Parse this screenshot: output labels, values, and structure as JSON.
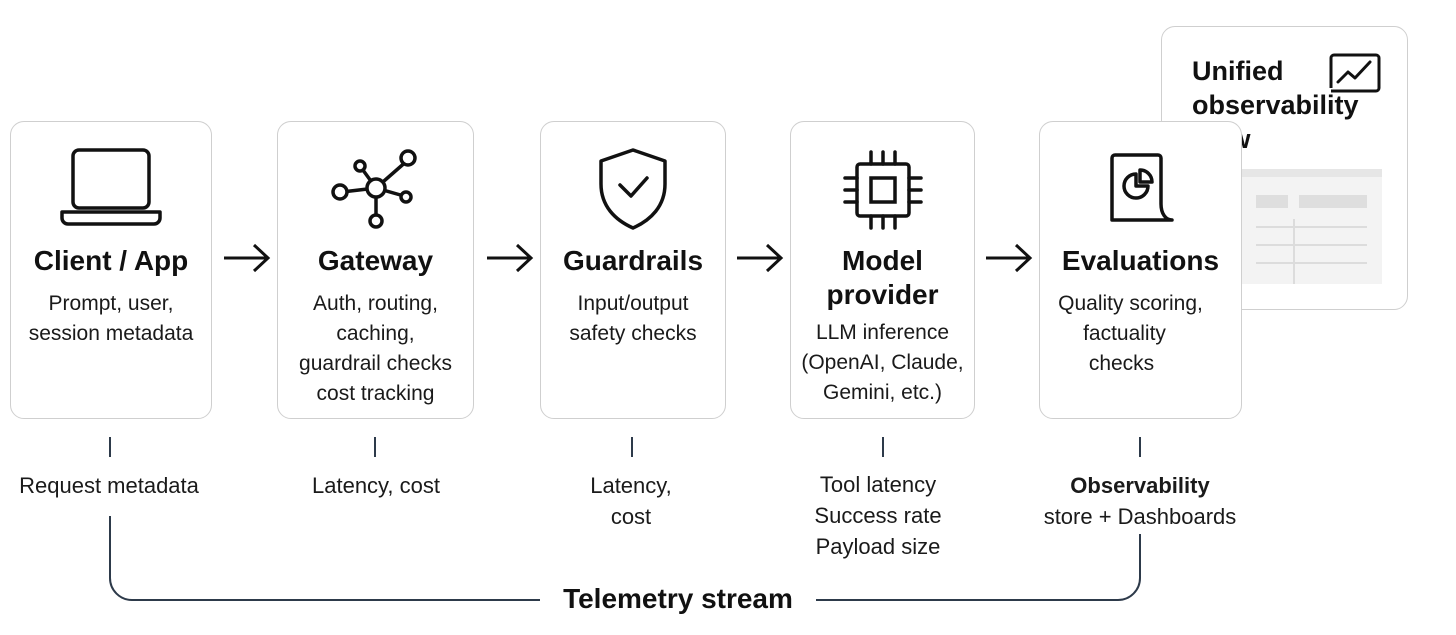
{
  "stages": [
    {
      "title": "Client / App",
      "lines": [
        "Prompt, user,",
        "session metadata"
      ],
      "icon": "laptop-icon"
    },
    {
      "title": "Gateway",
      "lines": [
        "Auth, routing,",
        "caching,",
        "guardrail checks",
        "cost tracking"
      ],
      "icon": "network-hub-icon"
    },
    {
      "title": "Guardrails",
      "lines": [
        "Input/output",
        "safety checks"
      ],
      "icon": "shield-check-icon"
    },
    {
      "title_lines": [
        "Model",
        "provider"
      ],
      "lines": [
        "LLM inference",
        "(OpenAI, Claude,",
        "Gemini, etc.)"
      ],
      "icon": "cpu-chip-icon"
    },
    {
      "title": "Evaluations",
      "lines": [
        "Quality scoring,",
        "factuality",
        "checks"
      ],
      "icon": "report-chart-icon"
    }
  ],
  "metrics": [
    {
      "lines": [
        "Request metadata"
      ]
    },
    {
      "lines": [
        "Latency, cost"
      ]
    },
    {
      "lines": [
        "Latency,",
        "cost"
      ]
    },
    {
      "lines": [
        "Tool latency",
        "Success rate",
        "Payload size"
      ]
    },
    {
      "lines": [
        "Observability",
        "store + Dashboards"
      ]
    }
  ],
  "observability": {
    "title_lines": [
      "Unified",
      "observability",
      "view"
    ],
    "icon": "line-chart-icon",
    "preview": "dashboard-preview"
  },
  "telemetry": {
    "label": "Telemetry stream"
  },
  "colors": {
    "border": "#cfcfcf",
    "line": "#2d3a4a",
    "text": "#111111"
  }
}
